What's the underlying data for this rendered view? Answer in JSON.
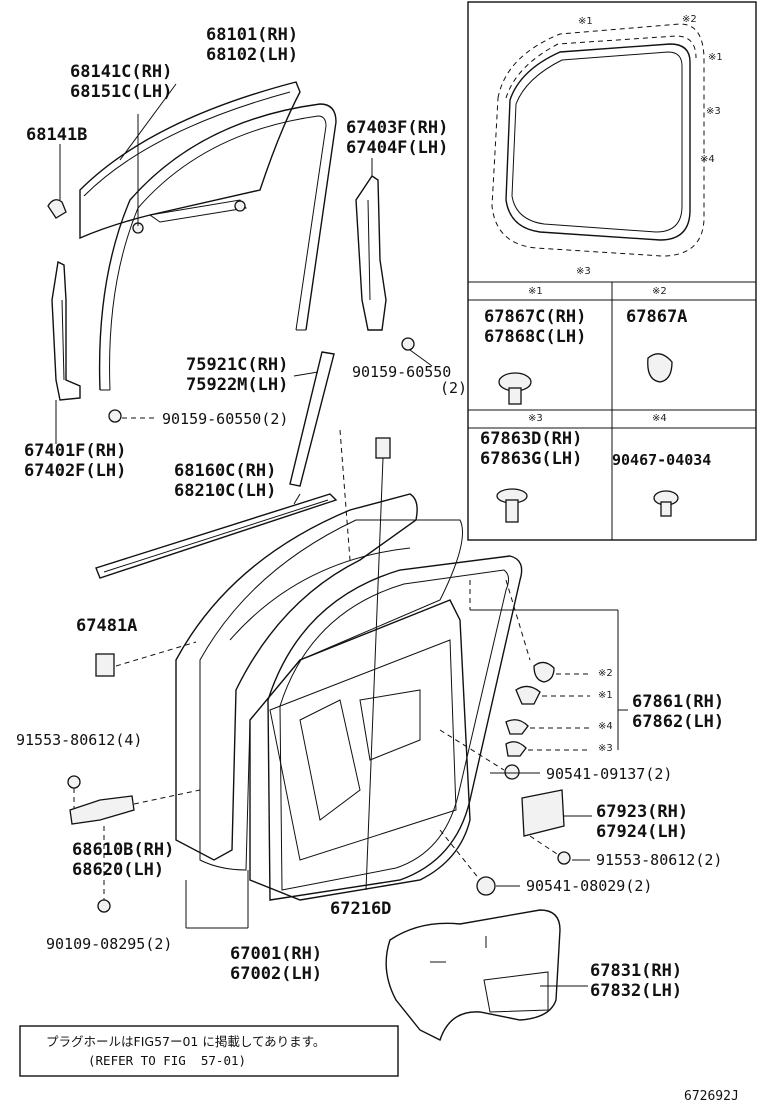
{
  "labels": {
    "glass_rh": "68101(RH)",
    "glass_lh": "68102(LH)",
    "channel_rh": "68141C(RH)",
    "channel_lh": "68151C(LH)",
    "stopper": "68141B",
    "run_f_rh": "67403F(RH)",
    "run_f_lh": "67404F(LH)",
    "bolt_r": "90159-60550",
    "bolt_r_qty": "(2)",
    "moulding_rh": "75921C(RH)",
    "moulding_lh": "75922M(LH)",
    "bolt_l": "90159-60550(2)",
    "run_rear_rh": "67401F(RH)",
    "run_rear_lh": "67402F(LH)",
    "weather_rh": "68160C(RH)",
    "weather_lh": "68210C(LH)",
    "plug": "67481A",
    "screw_4": "91553-80612(4)",
    "check_rh": "68610B(RH)",
    "check_lh": "68620(LH)",
    "bolt_check": "90109-08295(2)",
    "door_rh": "67001(RH)",
    "door_lh": "67002(LH)",
    "seal_rh": "67861(RH)",
    "seal_lh": "67862(LH)",
    "plug_9137": "90541-09137(2)",
    "ctrl_rh": "67923(RH)",
    "ctrl_lh": "67924(LH)",
    "screw_2": "91553-80612(2)",
    "plug_8029": "90541-08029(2)",
    "hole_cover": "67216D",
    "cover_rh": "67831(RH)",
    "cover_lh": "67832(LH)",
    "code": "672692J"
  },
  "inset": {
    "mark1": "※1",
    "mark2": "※2",
    "mark3": "※3",
    "mark4": "※4",
    "clip1_rh": "67867C(RH)",
    "clip1_lh": "67868C(LH)",
    "clip2": "67867A",
    "clip3_rh": "67863D(RH)",
    "clip3_lh": "67863G(LH)",
    "clip4": "90467-04034"
  },
  "callouts": {
    "m1": "※1",
    "m2": "※2",
    "m3": "※3",
    "m4": "※4"
  },
  "note": {
    "jp": "プラグホールはFIG57ー01 に掲載してあります。",
    "en": "(REFER TO FIG  57-01)"
  }
}
